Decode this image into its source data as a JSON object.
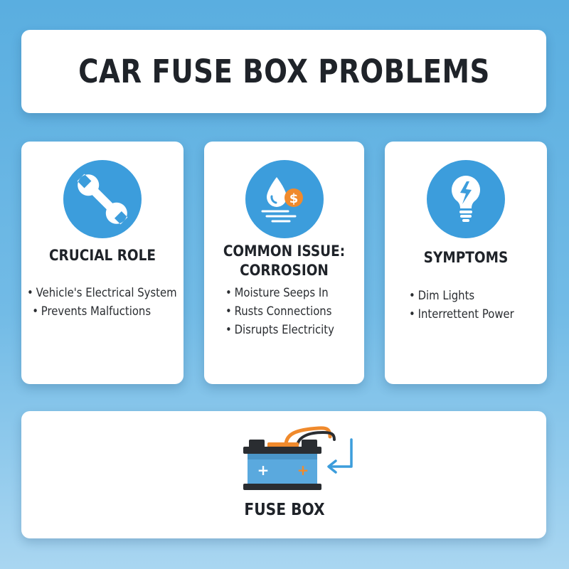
{
  "title": "CAR FUSE BOX PROBLEMS",
  "cards": [
    {
      "icon": "wrench-icon",
      "heading": [
        "CRUCIAL ROLE"
      ],
      "bullets": [
        "Vehicle's Electrical System",
        "Prevents Malfuctions"
      ]
    },
    {
      "icon": "water-drop-dollar-icon",
      "heading": [
        "COMMON ISSUE:",
        "CORROSION"
      ],
      "bullets": [
        "Moisture Seeps In",
        "Rusts Connections",
        "Disrupts Electricity"
      ]
    },
    {
      "icon": "lightbulb-icon",
      "heading": [
        "SYMPTOMS"
      ],
      "bullets": [
        "Dim Lights",
        "Interrettent Power"
      ]
    }
  ],
  "bottom": {
    "label": "FUSE BOX",
    "icon": "battery-icon",
    "plus_symbol": "+",
    "dollar_symbol": "$"
  },
  "colors": {
    "accent_blue": "#3c9ddc",
    "accent_orange": "#f08a2c",
    "dark": "#1f2329"
  }
}
